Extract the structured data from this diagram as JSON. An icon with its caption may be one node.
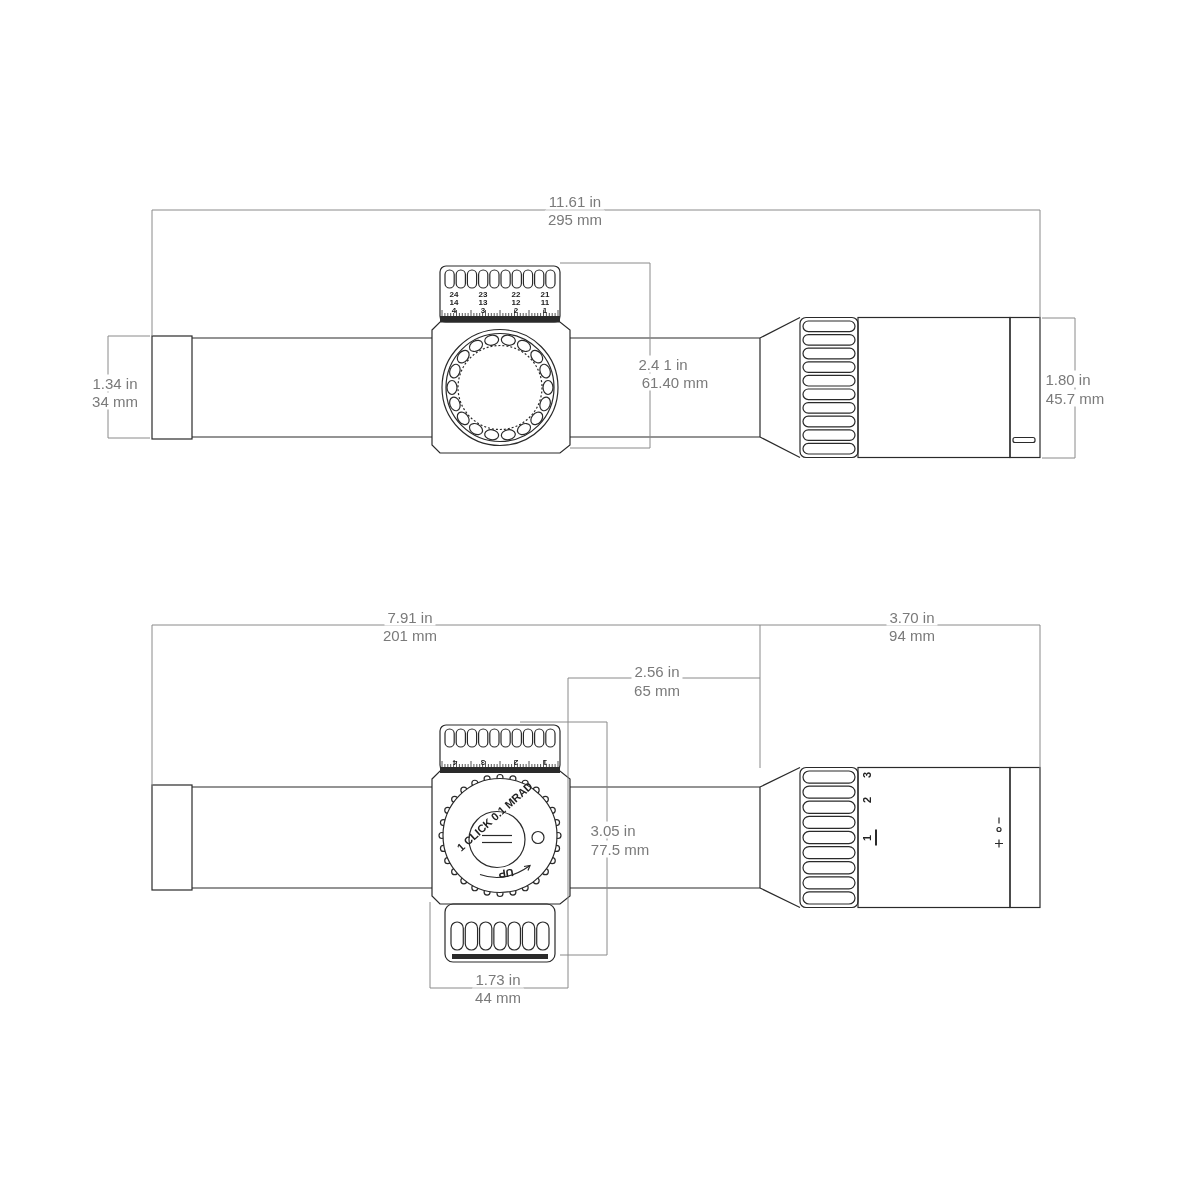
{
  "diagram": {
    "labels": [
      "11.61 in",
      "295 mm",
      "1.34 in",
      "34 mm",
      "24",
      "23",
      "22",
      "21",
      "14",
      "13",
      "12",
      "11",
      "4",
      "3",
      "2",
      "1",
      "2.4 1 in",
      "61.40 mm",
      "1.80 in",
      "45.7 mm",
      "7.91 in",
      "201 mm",
      "3.70 in",
      "94 mm",
      "2.56 in",
      "65 mm",
      "4",
      "3",
      "2",
      "1",
      "1 CLICK 0.1 MRAD",
      "3.05 in",
      "77.5 mm",
      "UP",
      "3",
      "2",
      "1",
      "1.73 in",
      "44 mm"
    ]
  }
}
